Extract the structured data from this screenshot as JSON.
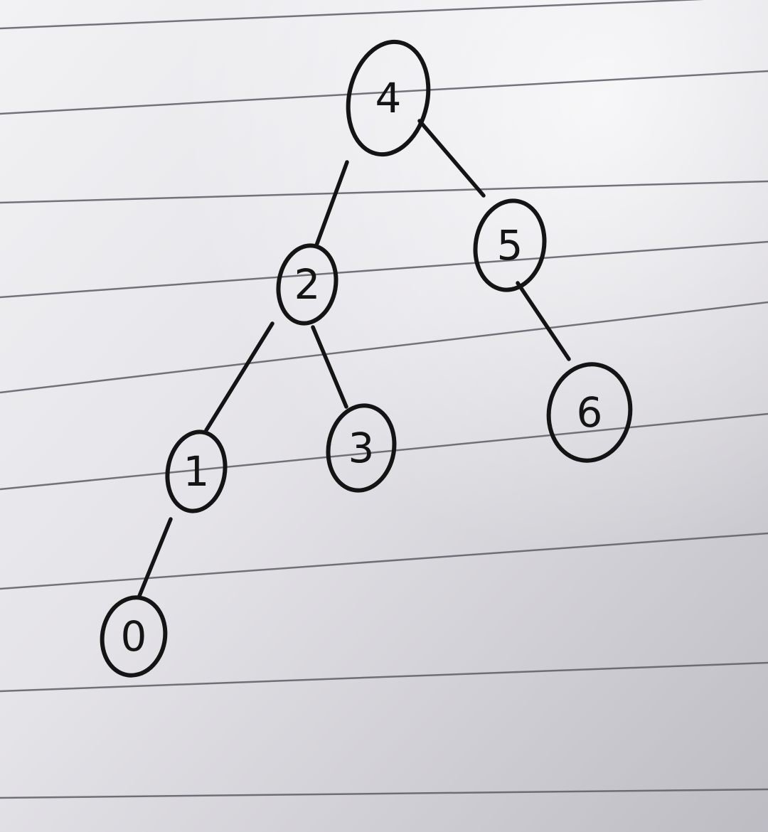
{
  "diagram": {
    "type": "binary-tree",
    "nodes": [
      {
        "id": "n4",
        "label": "4"
      },
      {
        "id": "n2",
        "label": "2"
      },
      {
        "id": "n5",
        "label": "5"
      },
      {
        "id": "n1",
        "label": "1"
      },
      {
        "id": "n3",
        "label": "3"
      },
      {
        "id": "n6",
        "label": "6"
      },
      {
        "id": "n0",
        "label": "0"
      }
    ],
    "edges": [
      {
        "from": "n4",
        "to": "n2"
      },
      {
        "from": "n4",
        "to": "n5"
      },
      {
        "from": "n2",
        "to": "n1"
      },
      {
        "from": "n2",
        "to": "n3"
      },
      {
        "from": "n5",
        "to": "n6"
      },
      {
        "from": "n1",
        "to": "n0"
      }
    ]
  },
  "colors": {
    "ink": "#141414",
    "paper": "#d9d8dd",
    "rule": "#5e5d66"
  }
}
